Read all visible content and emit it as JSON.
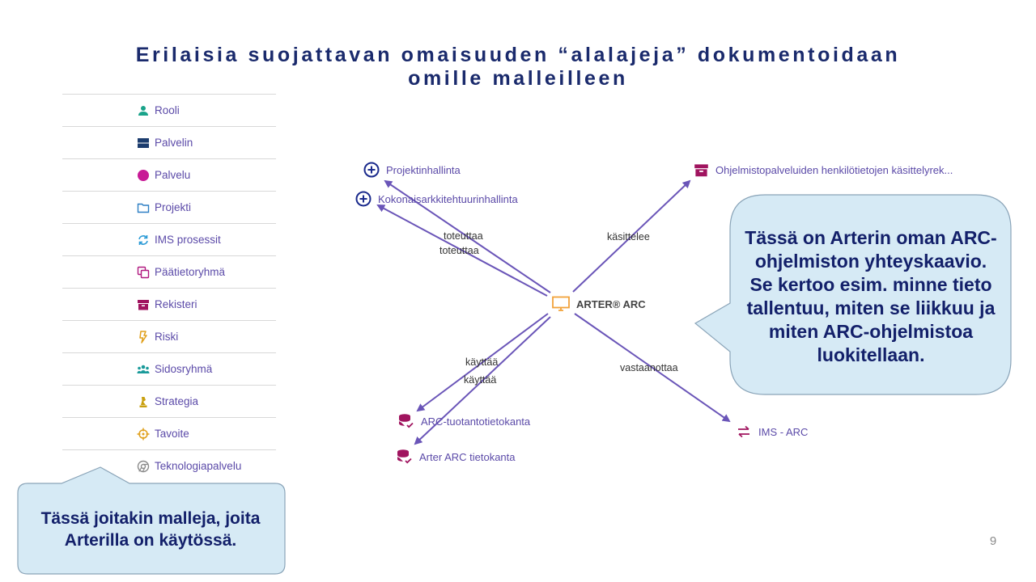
{
  "title": {
    "line1": "Erilaisia suojattavan omaisuuden “alalajeja” dokumentoidaan",
    "line2": "omille malleilleen"
  },
  "model_list": [
    {
      "label": "Rooli",
      "icon": "person-icon",
      "color": "#1aa38a"
    },
    {
      "label": "Palvelin",
      "icon": "server-icon",
      "color": "#1c3c6e"
    },
    {
      "label": "Palvelu",
      "icon": "circle-icon",
      "color": "#c81a96"
    },
    {
      "label": "Projekti",
      "icon": "folder-icon",
      "color": "#2d7fc4"
    },
    {
      "label": "IMS prosessit",
      "icon": "refresh-icon",
      "color": "#2a9ad6"
    },
    {
      "label": "Päätietoryhmä",
      "icon": "copy-icon",
      "color": "#b0187f"
    },
    {
      "label": "Rekisteri",
      "icon": "archive-icon",
      "color": "#a0145f"
    },
    {
      "label": "Riski",
      "icon": "lightning-icon",
      "color": "#e0a01c"
    },
    {
      "label": "Sidosryhmä",
      "icon": "group-icon",
      "color": "#1a9a9a"
    },
    {
      "label": "Strategia",
      "icon": "chess-icon",
      "color": "#c9a010"
    },
    {
      "label": "Tavoite",
      "icon": "target-icon",
      "color": "#e0a01c"
    },
    {
      "label": "Teknologiapalvelu",
      "icon": "chrome-icon",
      "color": "#8a8a8a"
    }
  ],
  "diagram": {
    "center": {
      "label": "ARTER® ARC",
      "icon": "monitor-icon",
      "color": "#f2a23a"
    },
    "nodes": {
      "projektinhallinta": {
        "label": "Projektinhallinta",
        "icon": "plus-circle-icon"
      },
      "kokonaisarkkitehtuurinhallinta": {
        "label": "Kokonaisarkkitehtuurinhallinta",
        "icon": "plus-circle-icon"
      },
      "kasittelyrekisteri": {
        "label": "Ohjelmistopalveluiden henkilötietojen käsittelyrek...",
        "icon": "archive-icon"
      },
      "arc_tuotantotietokanta": {
        "label": "ARC-tuotantotietokanta",
        "icon": "database-icon"
      },
      "arter_arc_tietokanta": {
        "label": "Arter ARC tietokanta",
        "icon": "database-icon"
      },
      "ims_arc": {
        "label": "IMS - ARC",
        "icon": "exchange-icon"
      }
    },
    "edge_labels": {
      "toteuttaa_1": "toteuttaa",
      "toteuttaa_2": "toteuttaa",
      "kasittelee": "käsittelee",
      "kayttaa_1": "käyttää",
      "kayttaa_2": "käyttää",
      "vastaanottaa": "vastaanottaa"
    },
    "edge_color": "#6a55b8"
  },
  "callouts": {
    "right": "Tässä on Arterin oman ARC-ohjelmiston yhteyskaavio. Se kertoo esim. minne tieto tallentuu, miten se liikkuu ja miten ARC-ohjelmistoa luokitellaan.",
    "left": "Tässä joitakin malleja, joita Arterilla on käytössä."
  },
  "callout_colors": {
    "fill": "#d6eaf5",
    "stroke": "#8aa4b8",
    "text": "#13206a"
  },
  "page_number": "9"
}
